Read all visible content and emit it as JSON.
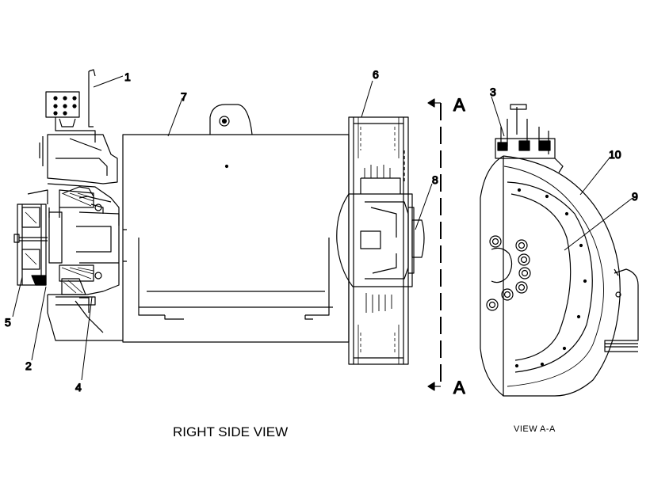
{
  "callouts": {
    "c1": "1",
    "c2": "2",
    "c3": "3",
    "c4": "4",
    "c5": "5",
    "c6": "6",
    "c7": "7",
    "c8": "8",
    "c9": "9",
    "c10": "10"
  },
  "section_marks": {
    "top": "A",
    "bottom": "A"
  },
  "captions": {
    "main": "RIGHT SIDE VIEW",
    "sub": "VIEW  A-A"
  }
}
